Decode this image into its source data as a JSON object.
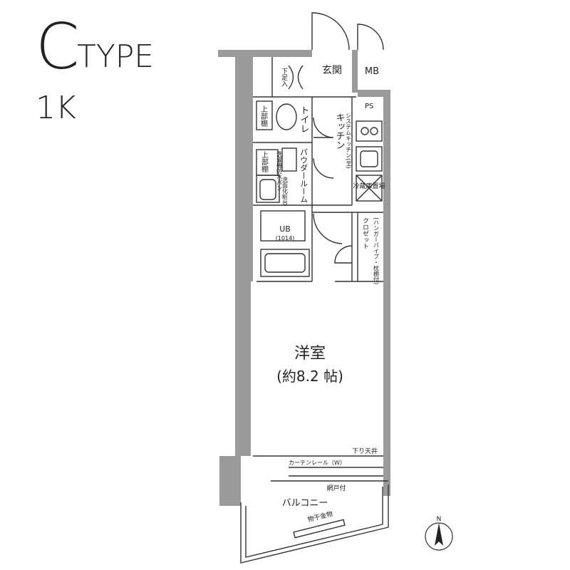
{
  "header": {
    "letter": "C",
    "type": "TYPE",
    "layout": "1K"
  },
  "rooms": {
    "entrance": "玄関",
    "mb": "MB",
    "shoe": "下足入",
    "ps": "PS",
    "toilet": "トイレ",
    "toilet_cabinet": "上部棚",
    "kitchen": "キッチン",
    "system_kitchen": "システムキッチン(IH)",
    "powder": "パウダールーム",
    "powder_cabinet": "上部棚",
    "washer_pan": "洗濯機防水パン",
    "vanity": "洗面化粧台",
    "fridge": "冷蔵庫置場",
    "ub": "UB",
    "ub_size": "(1014)",
    "closet": "クロゼット",
    "closet_note": "(ハンガーパイプ・枕棚付)",
    "western": "洋室",
    "western_size": "(約8.2 帖)",
    "ceiling": "下り天井",
    "curtain": "カーテンレール（W）",
    "screen_door": "網戸付",
    "balcony": "バルコニー",
    "drying_rack": "物干金物",
    "north": "N"
  }
}
